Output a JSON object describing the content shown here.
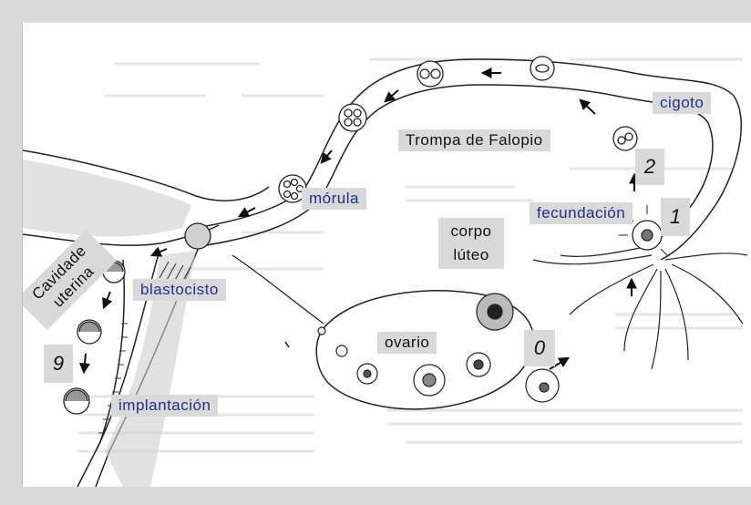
{
  "labels": {
    "cigoto": "cigoto",
    "trompa": "Trompa de Falopio",
    "morula": "mórula",
    "fecundacion": "fecundación",
    "corpo_luteo_line1": "corpo",
    "corpo_luteo_line2": "lúteo",
    "cavidade_line1": "Cavidade",
    "cavidade_line2": "uterina",
    "blastocisto": "blastocisto",
    "ovario": "ovario",
    "implantacion": "implantación"
  },
  "steps": {
    "step_0": "0",
    "step_1": "1",
    "step_2": "2",
    "step_9": "9"
  },
  "colors": {
    "label_text_blue": "#23308a",
    "label_background": "#d9d9d9",
    "frame": "#d9d9d9"
  }
}
